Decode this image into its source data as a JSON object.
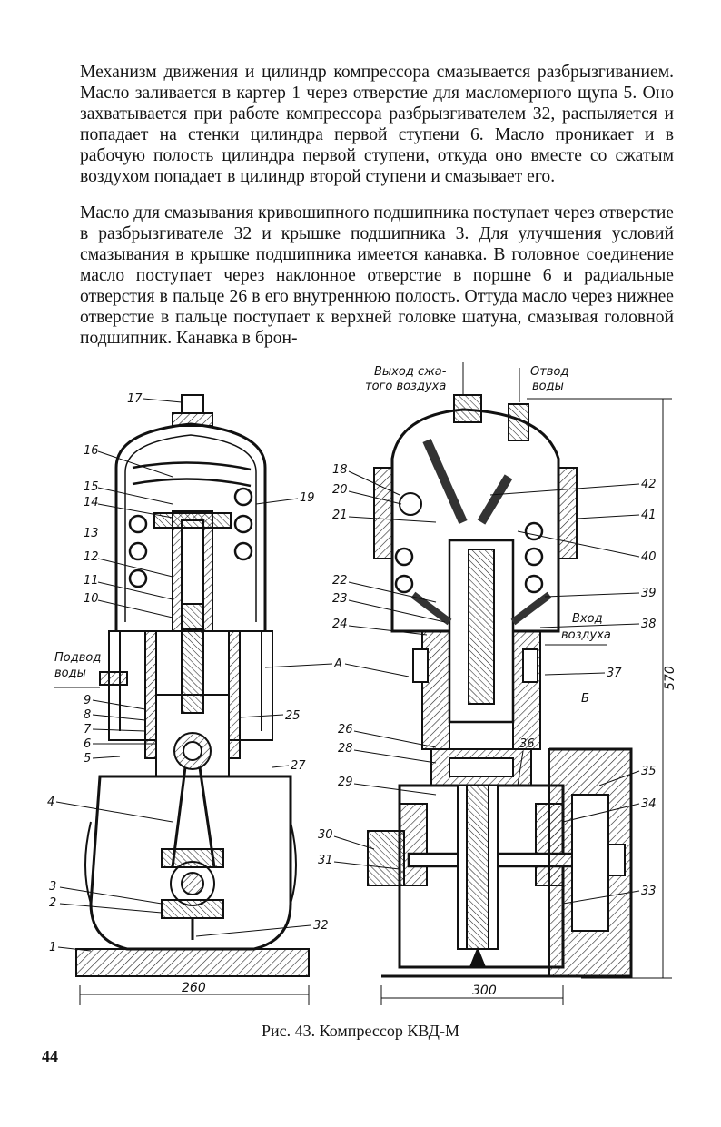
{
  "paragraphs": [
    "Механизм движения и цилиндр компрессора смазывается разбрызгиванием. Масло заливается в картер 1 через отверстие для масломерного щупа 5. Оно захватывается при работе компрессора разбрызгивателем 32, распыляется и попадает на стенки цилиндра первой ступени 6. Масло проникает и в рабочую полость цилиндра первой ступени, откуда оно вместе со сжатым воздухом попадает в цилиндр второй ступени и смазывает его.",
    "Масло для смазывания кривошипного подшипника поступает через отверстие в разбрызгивателе 32 и крышке подшипника 3. Для улучшения условий смазывания в крышке подшипника имеется канавка. В головное соединение масло поступает через наклонное отверстие в поршне 6 и радиальные отверстия в пальце 26 в его внутреннюю полость. Оттуда масло через нижнее отверстие в пальце поступает к верхней головке шатуна, смазывая головной подшипник. Канавка в брон-"
  ],
  "figure": {
    "caption": "Рис. 43. Компрессор КВД-М",
    "annotations": {
      "air_out": [
        "Выход сжа-",
        "того воздуха"
      ],
      "water_drain": [
        "Отвод",
        "воды"
      ],
      "water_in": [
        "Подвод",
        "воды"
      ],
      "air_in": [
        "Вход",
        "воздуха"
      ],
      "section_a": "А",
      "section_b": "Б"
    },
    "dimensions": {
      "width_left": "260",
      "width_right": "300",
      "height": "570"
    },
    "left_labels": [
      "17",
      "16",
      "15",
      "14",
      "13",
      "12",
      "11",
      "10",
      "9",
      "8",
      "7",
      "6",
      "5",
      "4",
      "3",
      "2",
      "1",
      "19",
      "25",
      "27",
      "32"
    ],
    "right_labels": [
      "18",
      "20",
      "21",
      "22",
      "23",
      "24",
      "26",
      "28",
      "29",
      "30",
      "31",
      "42",
      "41",
      "40",
      "39",
      "38",
      "37",
      "36",
      "35",
      "34",
      "33"
    ]
  },
  "page_number": "44"
}
